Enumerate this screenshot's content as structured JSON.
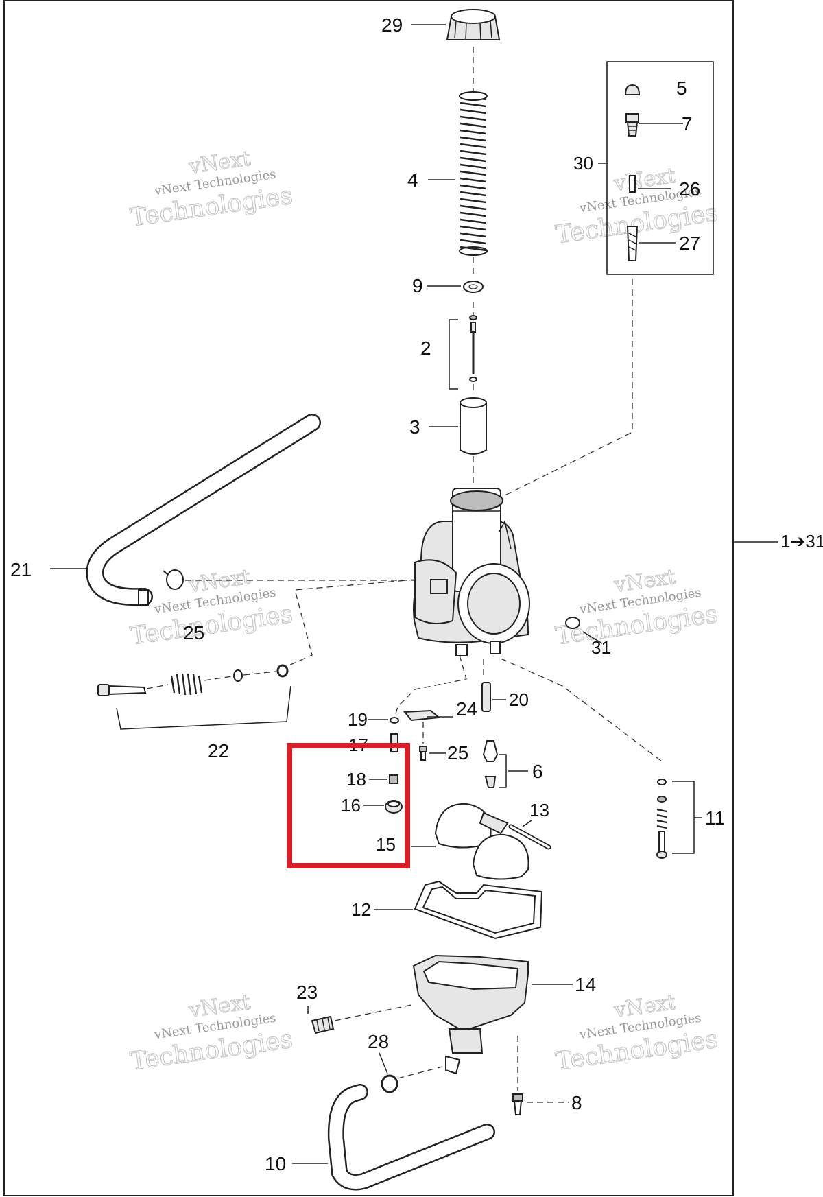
{
  "watermark": {
    "line1": "vNext",
    "line2": "vNext Technologies",
    "line3": "Technologies"
  },
  "labels": {
    "p29": "29",
    "p4": "4",
    "p9": "9",
    "p2": "2",
    "p3": "3",
    "p5": "5",
    "p7": "7",
    "p30": "30",
    "p26": "26",
    "p27": "27",
    "p21": "21",
    "p25a": "25",
    "p31": "31",
    "p22": "22",
    "p19": "19",
    "p24": "24",
    "p20": "20",
    "p17": "17",
    "p25b": "25",
    "p6": "6",
    "p18": "18",
    "p16": "16",
    "p13": "13",
    "p15": "15",
    "p11": "11",
    "p12": "12",
    "p14": "14",
    "p23": "23",
    "p28": "28",
    "p8": "8",
    "p10": "10"
  },
  "range_label": "1➔31",
  "highlight_color": "#d9202a"
}
